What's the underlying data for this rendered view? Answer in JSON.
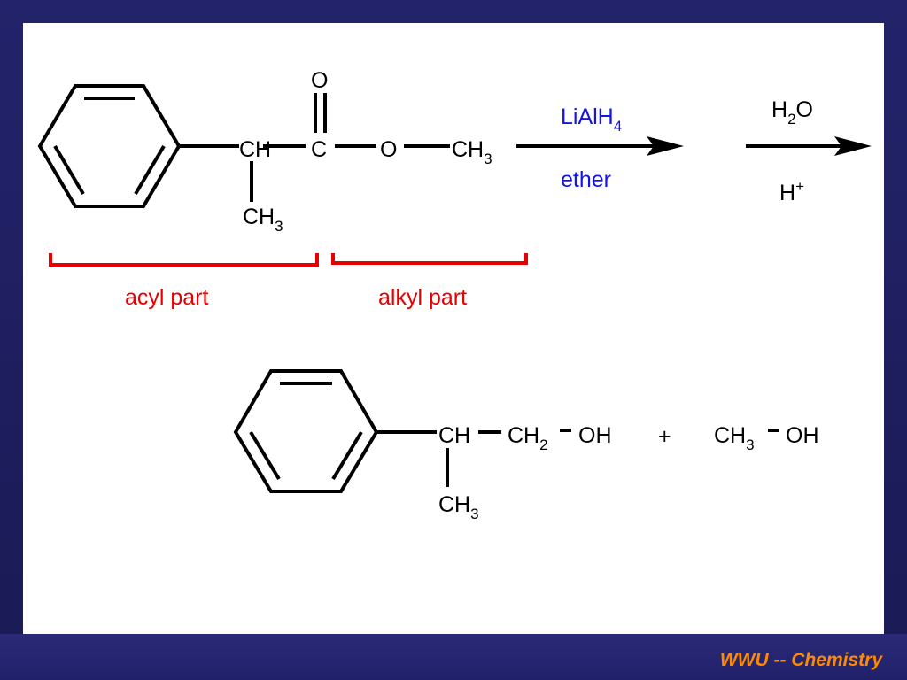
{
  "footer": {
    "text": "WWU -- Chemistry"
  },
  "colors": {
    "frame": "#1c1c5e",
    "reagent": "#1414e6",
    "bracket": "#e60000",
    "footer": "#ff8a00"
  },
  "reactant": {
    "carbonyl_o": "O",
    "ch": "CH",
    "c": "C",
    "ester_o": "O",
    "ch3_right": {
      "base": "CH",
      "sub": "3"
    },
    "ch3_below": {
      "base": "CH",
      "sub": "3"
    }
  },
  "reagents": {
    "step1_top": {
      "base": "LiAlH",
      "sub": "4"
    },
    "step1_bottom": "ether",
    "step2_top": {
      "h": "H",
      "sub": "2",
      "o": "O"
    },
    "step2_bottom": {
      "base": "H",
      "sup": "+"
    }
  },
  "labels": {
    "acyl": "acyl part",
    "alkyl": "alkyl part"
  },
  "products": {
    "ch": "CH",
    "ch2": {
      "base": "CH",
      "sub": "2"
    },
    "oh1": "OH",
    "ch3_below": {
      "base": "CH",
      "sub": "3"
    },
    "plus": "+",
    "methanol_ch3": {
      "base": "CH",
      "sub": "3"
    },
    "oh2": "OH"
  }
}
